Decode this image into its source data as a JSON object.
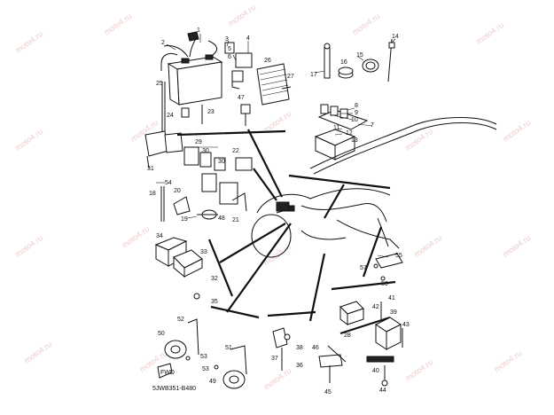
{
  "watermark": "moto4.ru",
  "diagram_code": "5JWB351-B480",
  "fwd_label": "FWD",
  "callouts": [
    {
      "id": "c1",
      "label": "1"
    },
    {
      "id": "c2",
      "label": "2"
    },
    {
      "id": "c3",
      "label": "3"
    },
    {
      "id": "c4",
      "label": "4"
    },
    {
      "id": "c5",
      "label": "5"
    },
    {
      "id": "c6",
      "label": "6"
    },
    {
      "id": "c7",
      "label": "7"
    },
    {
      "id": "c8",
      "label": "8"
    },
    {
      "id": "c9",
      "label": "9"
    },
    {
      "id": "c10",
      "label": "10"
    },
    {
      "id": "c11",
      "label": "11"
    },
    {
      "id": "c12",
      "label": "12"
    },
    {
      "id": "c13",
      "label": "13"
    },
    {
      "id": "c14",
      "label": "14"
    },
    {
      "id": "c15",
      "label": "15"
    },
    {
      "id": "c16",
      "label": "16"
    },
    {
      "id": "c17",
      "label": "17"
    },
    {
      "id": "c18",
      "label": "18"
    },
    {
      "id": "c19",
      "label": "19"
    },
    {
      "id": "c20",
      "label": "20"
    },
    {
      "id": "c21",
      "label": "21"
    },
    {
      "id": "c22",
      "label": "22"
    },
    {
      "id": "c23",
      "label": "23"
    },
    {
      "id": "c24",
      "label": "24"
    },
    {
      "id": "c25",
      "label": "25"
    },
    {
      "id": "c26",
      "label": "26"
    },
    {
      "id": "c27",
      "label": "27"
    },
    {
      "id": "c28",
      "label": "28"
    },
    {
      "id": "c29",
      "label": "29"
    },
    {
      "id": "c30",
      "label": "30"
    },
    {
      "id": "c30b",
      "label": "30"
    },
    {
      "id": "c31",
      "label": "31"
    },
    {
      "id": "c32",
      "label": "32"
    },
    {
      "id": "c33",
      "label": "33"
    },
    {
      "id": "c34",
      "label": "34"
    },
    {
      "id": "c35",
      "label": "35"
    },
    {
      "id": "c36",
      "label": "36"
    },
    {
      "id": "c37",
      "label": "37"
    },
    {
      "id": "c38",
      "label": "38"
    },
    {
      "id": "c39",
      "label": "39"
    },
    {
      "id": "c40",
      "label": "40"
    },
    {
      "id": "c41",
      "label": "41"
    },
    {
      "id": "c42",
      "label": "42"
    },
    {
      "id": "c43",
      "label": "43"
    },
    {
      "id": "c44",
      "label": "44"
    },
    {
      "id": "c45",
      "label": "45"
    },
    {
      "id": "c46",
      "label": "46"
    },
    {
      "id": "c47",
      "label": "47"
    },
    {
      "id": "c48",
      "label": "48"
    },
    {
      "id": "c49",
      "label": "49"
    },
    {
      "id": "c50",
      "label": "50"
    },
    {
      "id": "c51",
      "label": "51"
    },
    {
      "id": "c52",
      "label": "52"
    },
    {
      "id": "c53",
      "label": "53"
    },
    {
      "id": "c53b",
      "label": "53"
    },
    {
      "id": "c54",
      "label": "54"
    },
    {
      "id": "c55",
      "label": "55"
    },
    {
      "id": "c56",
      "label": "56"
    },
    {
      "id": "c57",
      "label": "57"
    }
  ]
}
